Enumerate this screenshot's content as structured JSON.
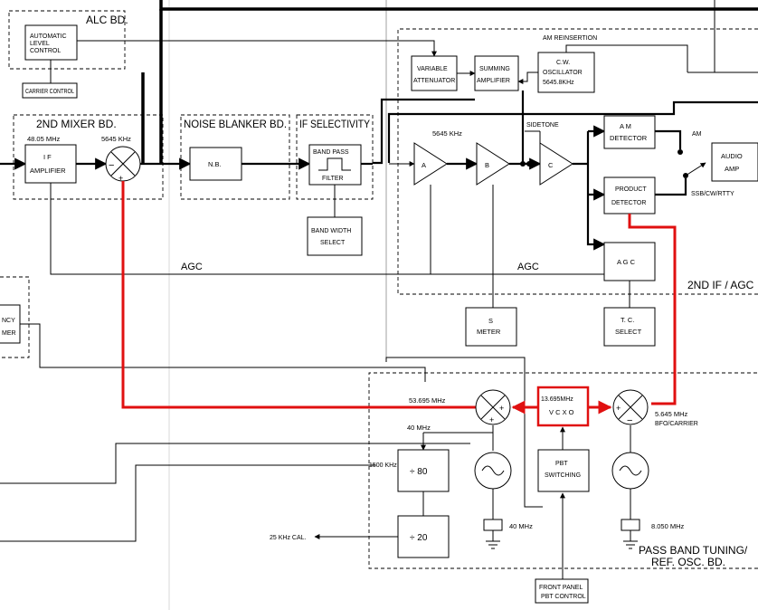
{
  "boards": {
    "alc": "ALC BD.",
    "am_reinsertion": "AM REINSERTION",
    "second_mixer": "2ND MIXER BD.",
    "noise_blanker": "NOISE BLANKER BD.",
    "if_selectivity": "IF SELECTIVITY",
    "second_if_agc": "2ND IF / AGC",
    "pass_band_line1": "PASS BAND TUNING/",
    "pass_band_line2": "REF. OSC. BD."
  },
  "blocks": {
    "alc_line1": "AUTOMATIC",
    "alc_line2": "LEVEL",
    "alc_line3": "CONTROL",
    "carrier_control": "CARRIER CONTROL",
    "var_att_line1": "VARIABLE",
    "var_att_line2": "ATTENUATOR",
    "sum_amp_line1": "SUMMING",
    "sum_amp_line2": "AMPLIFIER",
    "cw_osc_line1": "C.W.",
    "cw_osc_line2": "OSCILLATOR",
    "cw_osc_line3": "5645.8KHz",
    "if_amp_line1": "I F",
    "if_amp_line2": "AMPLIFIER",
    "nb": "N.B.",
    "band_pass_line1": "BAND PASS",
    "band_pass_line2": "FILTER",
    "band_width_line1": "BAND WIDTH",
    "band_width_line2": "SELECT",
    "amp_a": "A",
    "amp_b": "B",
    "amp_c": "C",
    "am_det_line1": "A M",
    "am_det_line2": "DETECTOR",
    "prod_det_line1": "PRODUCT",
    "prod_det_line2": "DETECTOR",
    "audio_amp_line1": "AUDIO",
    "audio_amp_line2": "AMP",
    "agc_block": "A G C",
    "s_meter_line1": "S",
    "s_meter_line2": "METER",
    "tc_select_line1": "T. C.",
    "tc_select_line2": "SELECT",
    "freq_left_line1": "NCY",
    "freq_left_line2": "MER",
    "vcxo_line1": "13.695MHz",
    "vcxo_line2": "V C X O",
    "pbt_sw_line1": "PBT",
    "pbt_sw_line2": "SWITCHING",
    "div80": "÷ 80",
    "div20": "÷ 20",
    "front_panel_line1": "FRONT PANEL",
    "front_panel_line2": "PBT CONTROL"
  },
  "labels": {
    "if_freq": "48.05 MHz",
    "mixer_freq": "5645 KHz",
    "chain_freq": "5645 KHz",
    "sidetone": "SIDETONE",
    "am_out": "AM",
    "ssb_out": "SSB/CW/RTTY",
    "agc_left": "AGC",
    "agc_right": "AGC",
    "f53": "53.695 MHz",
    "f40": "40 MHz",
    "f1500": "1500 KHz",
    "f5645": "5.645 MHz",
    "bfo": "BFO/CARRIER",
    "xtal40": "40 MHz",
    "xtal8": "8.050 MHz",
    "cal25": "25 KHz CAL."
  },
  "colors": {
    "highlight": "#e01010",
    "ink": "#000000"
  }
}
